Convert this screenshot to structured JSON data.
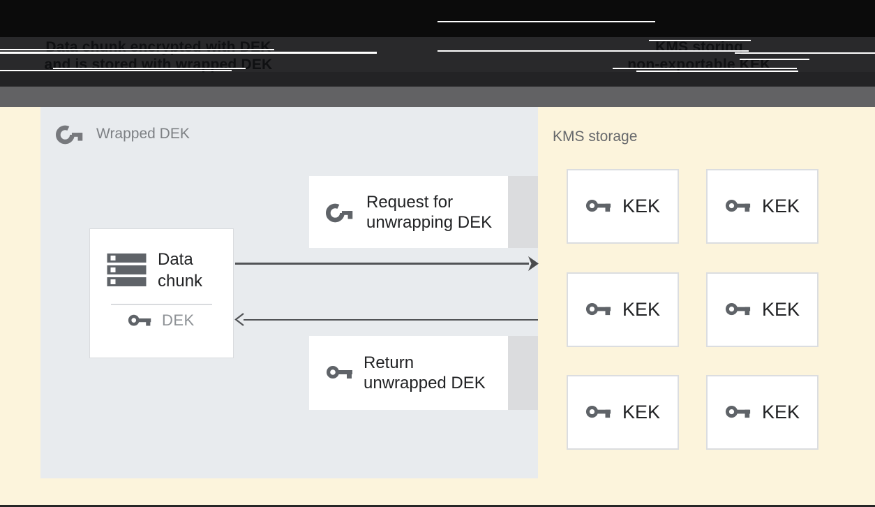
{
  "header": {
    "caption_left": {
      "line1": "Data chunk encrypted with DEK",
      "line2": "and is stored with wrapped DEK"
    },
    "caption_right": {
      "line1": "KMS storing",
      "line2": "non-exportable KEK"
    }
  },
  "diagram": {
    "dek_panel": {
      "label": "Wrapped DEK",
      "data_chunk_box": {
        "title_line1": "Data",
        "title_line2": "chunk",
        "key_label": "DEK"
      },
      "request_box": {
        "line1": "Request for",
        "line2": "unwrapping DEK"
      },
      "return_box": {
        "line1": "Return",
        "line2": "unwrapped DEK"
      }
    },
    "kms_panel": {
      "label": "KMS storage",
      "keks": [
        "KEK",
        "KEK",
        "KEK",
        "KEK",
        "KEK",
        "KEK"
      ]
    }
  },
  "colors": {
    "page_background": "#fcf4dc",
    "dek_panel_background": "#e8ebee",
    "caption_band": "#29292b",
    "header_gray_band": "#626264",
    "box_shadow_gray": "#dbdcde",
    "icon_gray": "#5f6368",
    "arrow_gray": "#515356",
    "box_border": "#d9dbde"
  }
}
